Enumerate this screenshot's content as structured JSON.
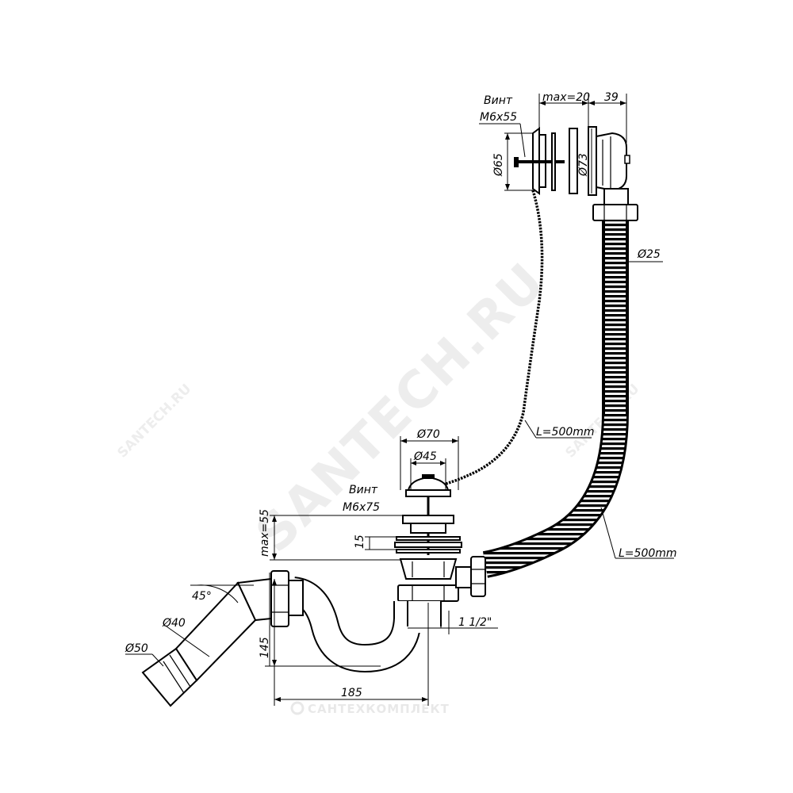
{
  "watermarks": {
    "main": "SANTECH.RU",
    "left": "SANTECH.RU",
    "right": "SANTECH.RU",
    "footer": "САНТЕХКОМПЛЕКТ"
  },
  "labels": {
    "screw_top_1": "Винт",
    "screw_top_2": "M6x55",
    "max20": "max=20",
    "d39": "39",
    "d65": "Ø65",
    "d73": "Ø73",
    "d25": "Ø25",
    "chain_len": "L=500mm",
    "d70": "Ø70",
    "d45": "Ø45",
    "screw_bot_1": "Винт",
    "screw_bot_2": "M6x75",
    "max55": "max=55",
    "d15": "15",
    "hose_len": "L=500mm",
    "angle45": "45°",
    "d40": "Ø40",
    "d50": "Ø50",
    "d145": "145",
    "thread": "1 1/2\"",
    "d185": "185"
  }
}
